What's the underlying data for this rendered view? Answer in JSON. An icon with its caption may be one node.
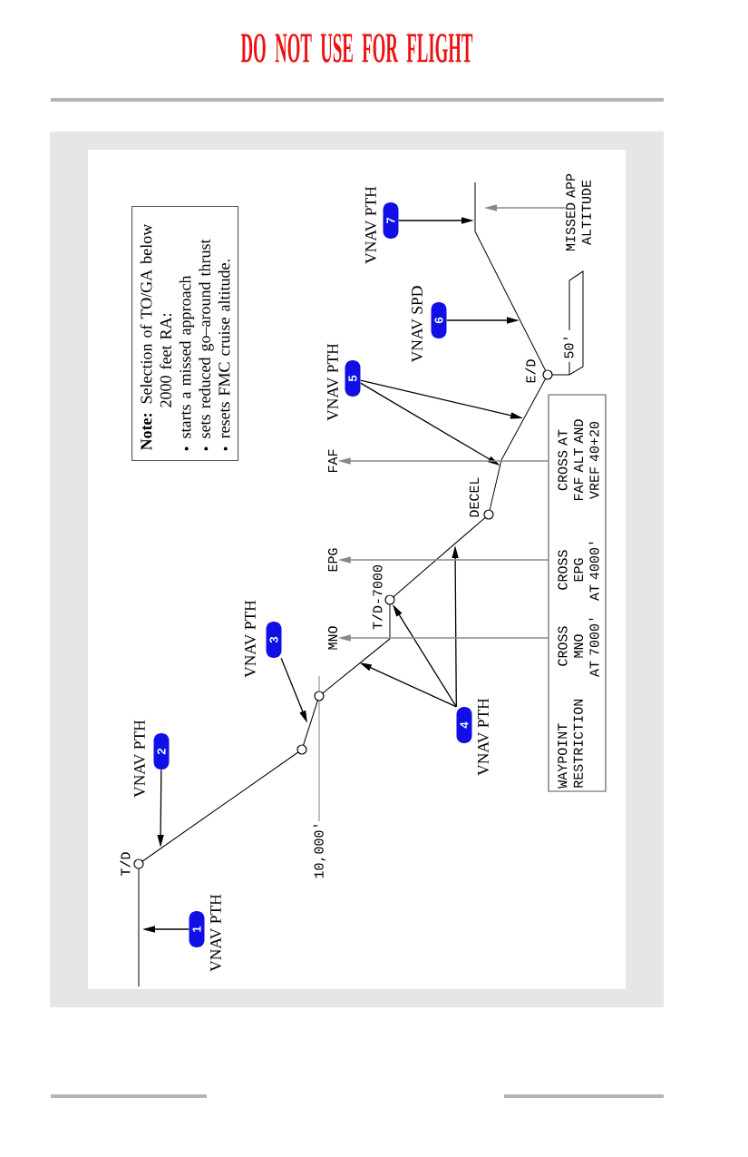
{
  "diagram": {
    "title": "DO NOT USE FOR FLIGHT",
    "nodes": [
      {
        "text": [
          "**Note:** Selection of TO/GA below 2000 feet RA:",
          "starts a missed approach",
          "sets reduced go–around thrust",
          "resets FMC cruise altitude."
        ]
      },
      {
        "text": [
          "1"
        ],
        "beside": [
          "VNAV PTH"
        ]
      },
      {
        "text": [
          "2"
        ],
        "beside": [
          "VNAV PTH"
        ]
      },
      {
        "text": [
          "3"
        ],
        "beside": [
          "VNAV PTH"
        ]
      },
      {
        "text": [
          "4"
        ],
        "beside": [
          "VNAV PTH"
        ]
      },
      {
        "text": [
          "5"
        ],
        "beside": [
          "VNAV PTH"
        ]
      },
      {
        "text": [
          "6"
        ],
        "beside": [
          "VNAV SPD"
        ]
      },
      {
        "text": [
          "7"
        ],
        "beside": [
          "VNAV PTH"
        ]
      },
      {
        "text": [
          "MNO"
        ]
      },
      {
        "text": [
          "EPG"
        ]
      },
      {
        "text": [
          "FAF"
        ]
      },
      {
        "text": [
          "MISSED APP ALTITUDE"
        ]
      },
      {
        "text": [
          "WAYPOINT RESTRICTION",
          "CROSS MNO AT 7000'",
          "CROSS EPG AT 4000'",
          "CROSS AT FAF ALT AND VREF 40+20"
        ]
      },
      {
        "text": [],
        "shape": "circle",
        "beside": [
          "T/D"
        ]
      },
      {
        "text": [],
        "shape": "circle"
      },
      {
        "text": [],
        "shape": "circle"
      },
      {
        "text": [],
        "shape": "circle",
        "beside": [
          "T/D-7000"
        ]
      },
      {
        "text": [],
        "shape": "circle",
        "beside": [
          "DECEL"
        ]
      },
      {
        "text": [],
        "shape": "circle",
        "beside": [
          "E/D"
        ]
      }
    ],
    "edges": [
      {
        "from": 1,
        "to": null,
        "arrow": "to"
      },
      {
        "from": 2,
        "to": null,
        "arrow": "to"
      },
      {
        "from": 3,
        "to": null,
        "arrow": "to"
      },
      {
        "from": 4,
        "to": null,
        "arrow": "to"
      },
      {
        "from": 4,
        "to": 16,
        "arrow": "to"
      },
      {
        "from": 4,
        "to": null,
        "arrow": "to"
      },
      {
        "from": 5,
        "to": null,
        "arrow": "to"
      },
      {
        "from": 5,
        "to": null,
        "arrow": "to"
      },
      {
        "from": 6,
        "to": null,
        "arrow": "to"
      },
      {
        "from": 7,
        "to": null,
        "arrow": "to"
      },
      {
        "from": 11,
        "to": null,
        "arrow": "to",
        "color": "#888888"
      },
      {
        "from": 12,
        "to": 8,
        "arrow": "to",
        "color": "#888888"
      },
      {
        "from": 12,
        "to": 9,
        "arrow": "to",
        "color": "#888888"
      },
      {
        "from": 12,
        "to": 10,
        "arrow": "to",
        "color": "#888888"
      }
    ],
    "labels": [
      "10,000'",
      "50'"
    ]
  }
}
